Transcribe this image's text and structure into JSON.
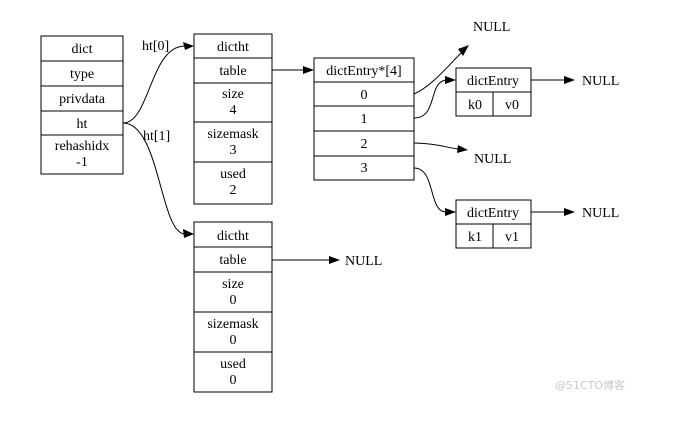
{
  "dict": {
    "fields": [
      "dict",
      "type",
      "privdata",
      "ht"
    ],
    "rehash": [
      "rehashidx",
      "-1"
    ]
  },
  "edge_labels": {
    "ht0": "ht[0]",
    "ht1": "ht[1]"
  },
  "ht0": {
    "header": "dictht",
    "table": "table",
    "size": [
      "size",
      "4"
    ],
    "sizemask": [
      "sizemask",
      "3"
    ],
    "used": [
      "used",
      "2"
    ]
  },
  "ht1": {
    "header": "dictht",
    "table": "table",
    "size": [
      "size",
      "0"
    ],
    "sizemask": [
      "sizemask",
      "0"
    ],
    "used": [
      "used",
      "0"
    ]
  },
  "table_array": {
    "header": "dictEntry*[4]",
    "slots": [
      "0",
      "1",
      "2",
      "3"
    ]
  },
  "entries": [
    {
      "header": "dictEntry",
      "key": "k0",
      "value": "v0"
    },
    {
      "header": "dictEntry",
      "key": "k1",
      "value": "v1"
    }
  ],
  "null_labels": {
    "slot0": "NULL",
    "entry0_next": "NULL",
    "slot2": "NULL",
    "entry1_next": "NULL",
    "ht1_table": "NULL"
  },
  "watermark": "@51CTO博客"
}
